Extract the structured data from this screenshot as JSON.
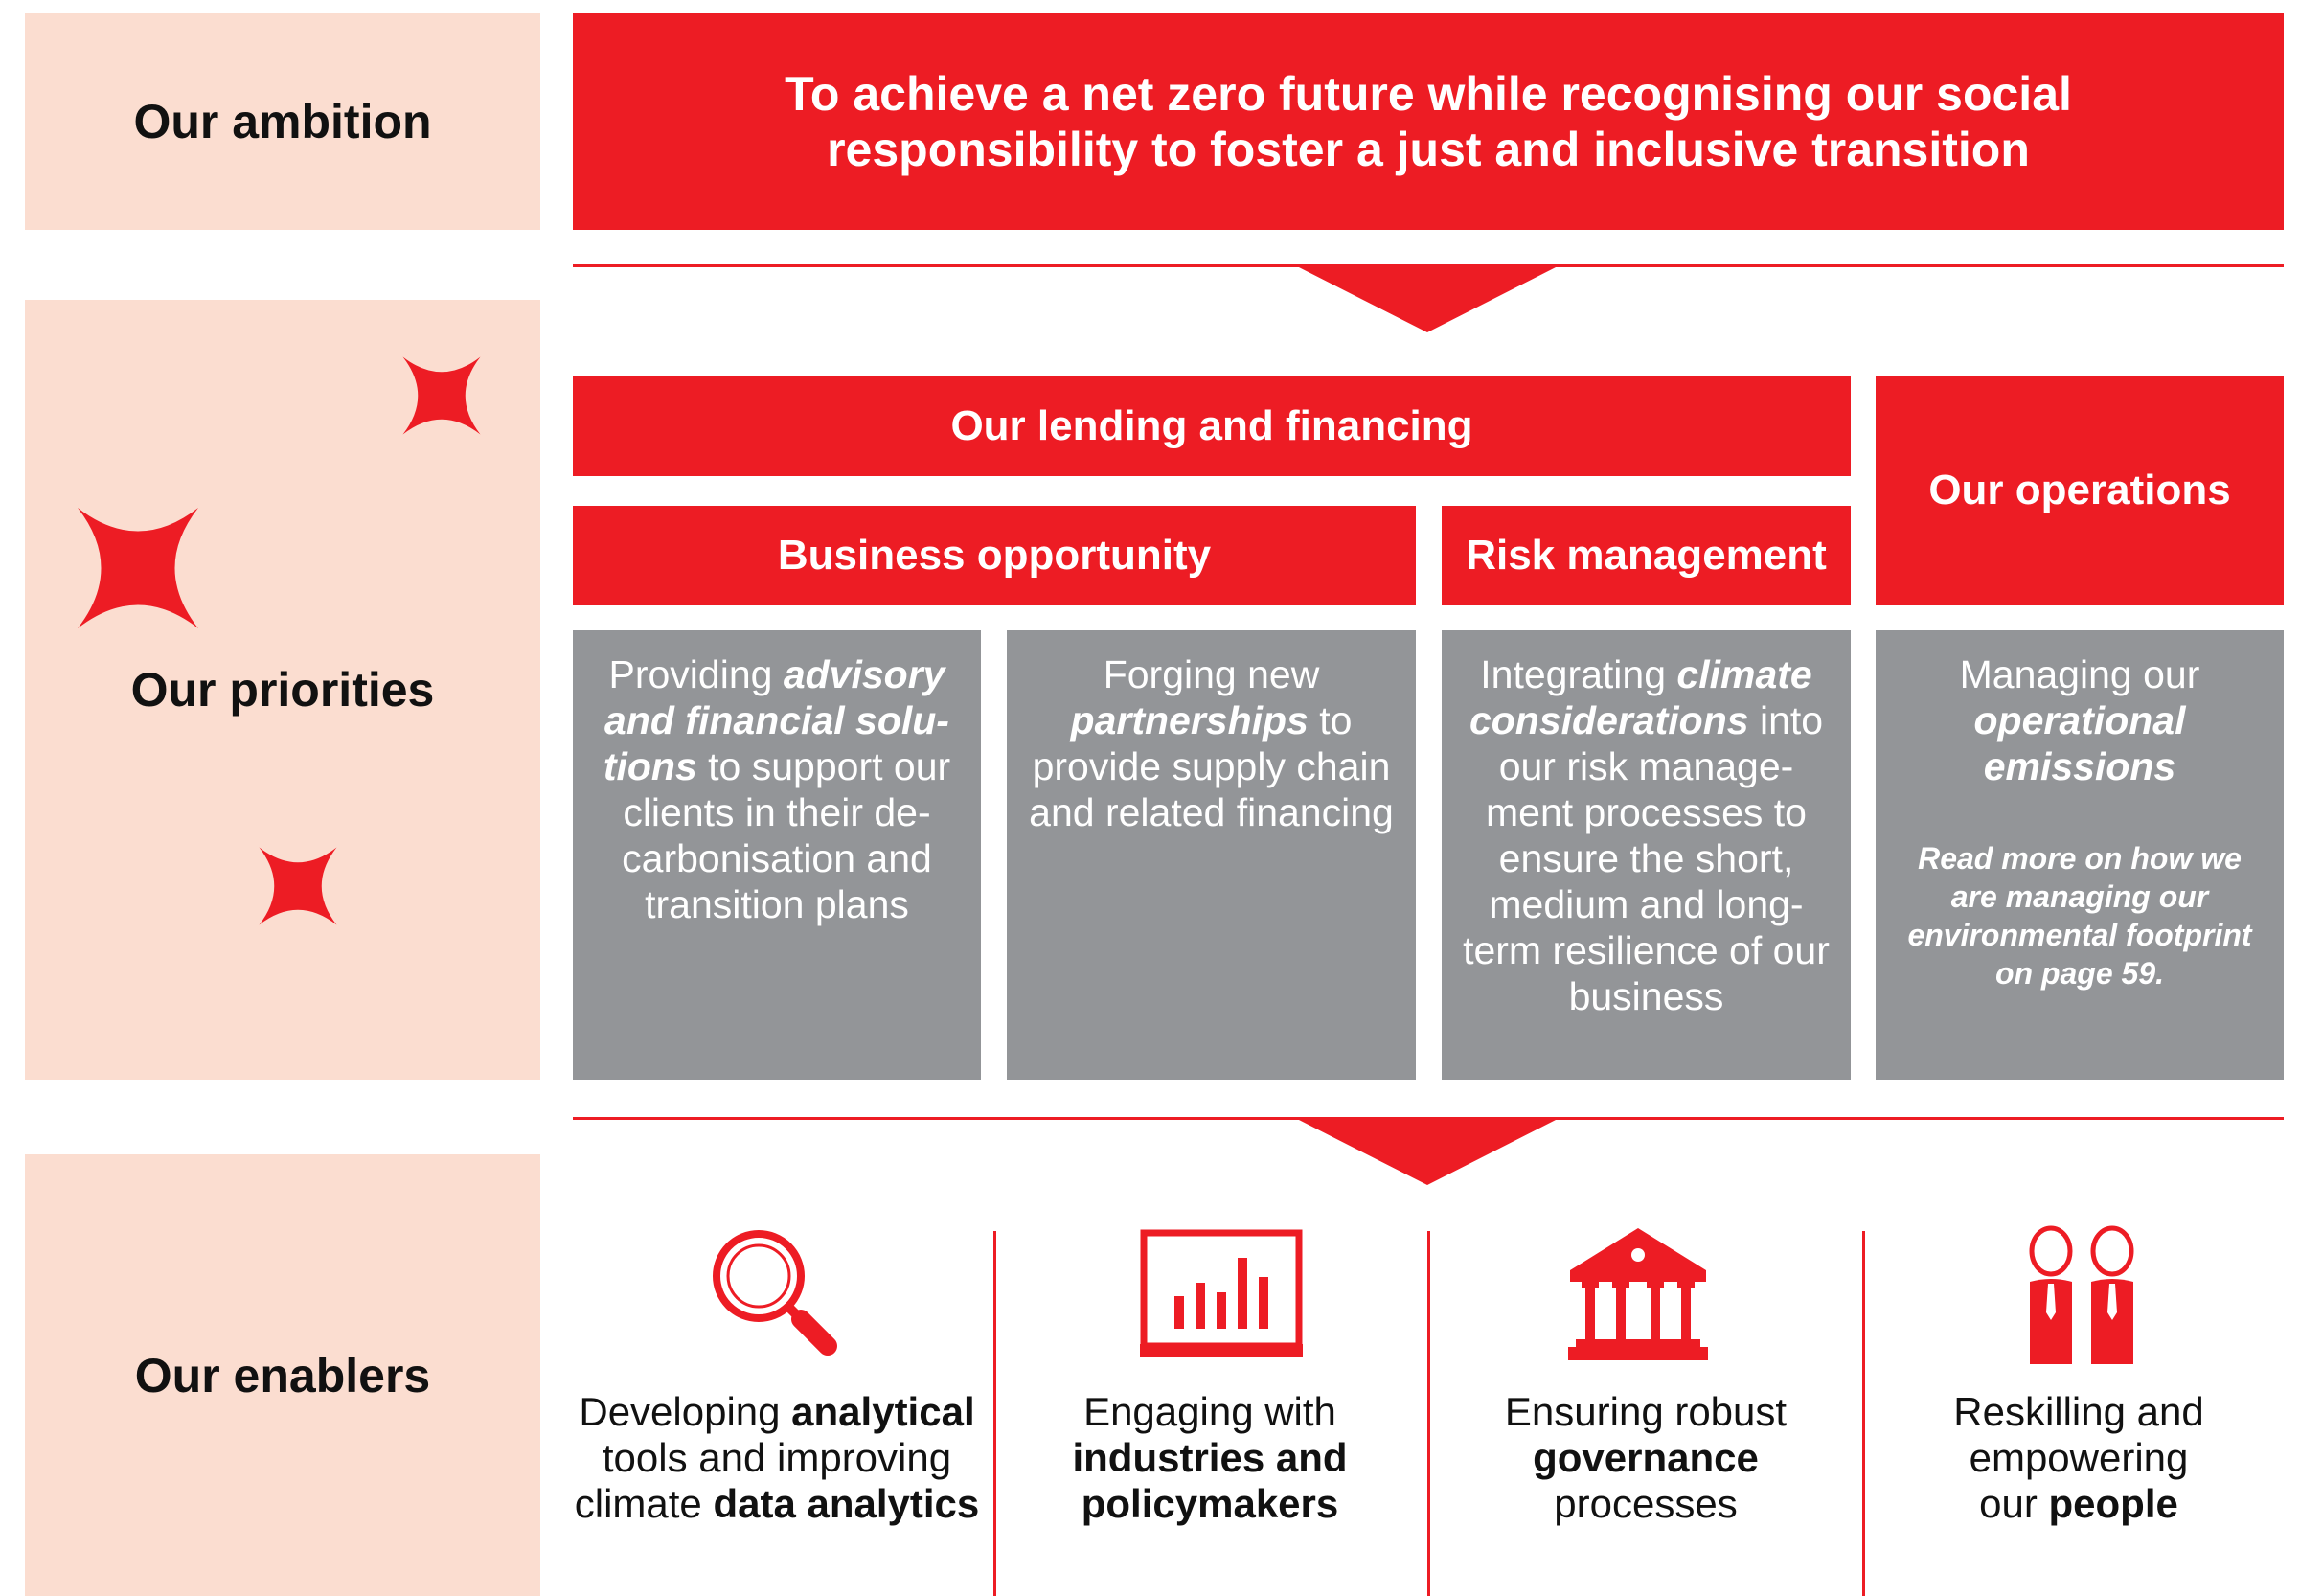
{
  "rows": {
    "ambition": "Our ambition",
    "priorities": "Our priorities",
    "enablers": "Our enablers"
  },
  "ambition_statement": {
    "line1": "To achieve a net zero future while recognising our social",
    "line2": "responsibility to foster a just and inclusive transition"
  },
  "headers": {
    "lending": "Our lending and financing",
    "operations": "Our operations",
    "business": "Business opportunity",
    "risk": "Risk management"
  },
  "priorities": [
    {
      "p1": "Providing ",
      "b1": "advisory and financial solu-tions",
      "p2": " to support our clients in their de-carbonisation and transition plans"
    },
    {
      "p1": "Forging new ",
      "b1": "partnerships",
      "p2": " to provide supply chain and related financing"
    },
    {
      "p1": "Integrating ",
      "b1": "climate considerations",
      "p2": " into our risk manage-ment processes to ensure the short, medium and long-term resilience of our business"
    },
    {
      "p1": "Managing our ",
      "b1": "operational emissions",
      "p2": "",
      "note": "Read more on how we are managing our environmental footprint on page 59."
    }
  ],
  "enablers": [
    {
      "icon": "magnifier-icon",
      "pre": "Developing ",
      "bold1": "analytical",
      "mid": " tools and improving climate ",
      "bold2": "data analytics",
      "post": ""
    },
    {
      "icon": "bar-chart-icon",
      "pre": "Engaging with ",
      "bold1": "industries and policymakers",
      "mid": "",
      "bold2": "",
      "post": ""
    },
    {
      "icon": "bank-building-icon",
      "pre": "Ensuring robust ",
      "bold1": "governance",
      "mid": " processes",
      "bold2": "",
      "post": ""
    },
    {
      "icon": "people-icon",
      "pre": "Reskilling and empowering our ",
      "bold1": "people",
      "mid": "",
      "bold2": "",
      "post": ""
    }
  ],
  "colors": {
    "accent_red": "#ed1c24",
    "panel_pink": "#fbddd0",
    "card_grey": "#939598"
  }
}
